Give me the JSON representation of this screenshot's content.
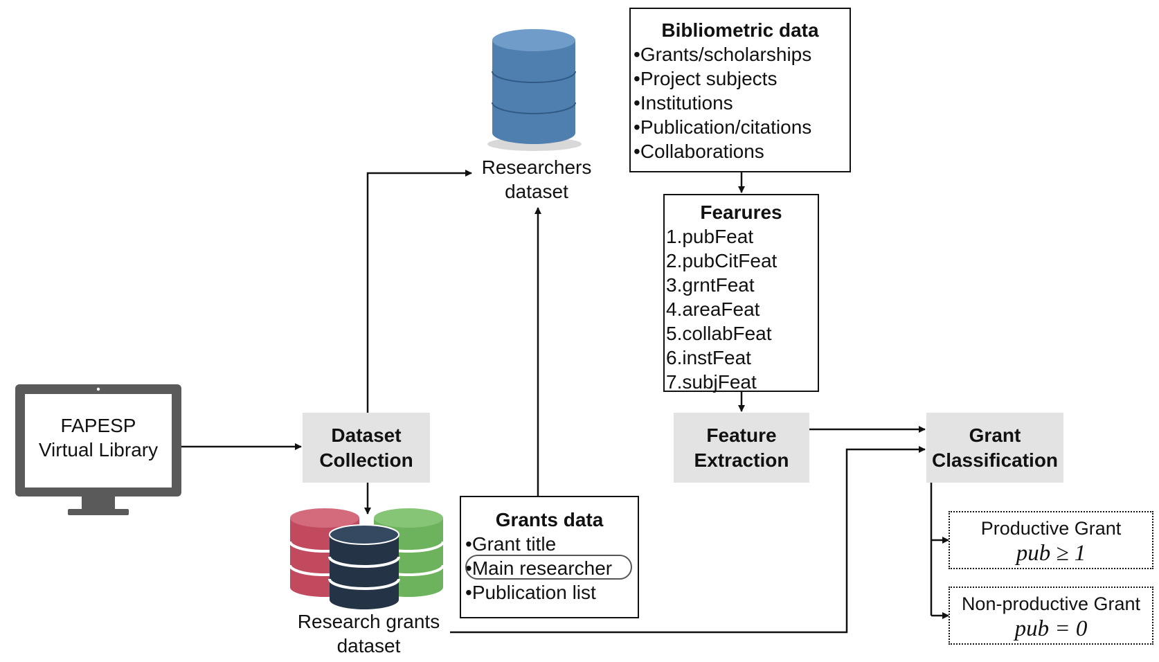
{
  "source": {
    "name_line1": "FAPESP",
    "name_line2": "Virtual Library",
    "icon": "monitor-icon"
  },
  "dataset_collection": {
    "line1": "Dataset",
    "line2": "Collection"
  },
  "researchers_dataset": {
    "line1": "Researchers",
    "line2": "dataset",
    "icon": "database-icon"
  },
  "research_grants_dataset": {
    "line1": "Research grants",
    "line2": "dataset",
    "icon": "multi-database-icon"
  },
  "grants_data": {
    "title": "Grants data",
    "items": [
      "Grant title",
      "Main researcher",
      "Publication list"
    ],
    "highlighted_item": "Main researcher"
  },
  "bibliometric_data": {
    "title": "Bibliometric data",
    "items": [
      "Grants/scholarships",
      "Project subjects",
      "Institutions",
      "Publication/citations",
      "Collaborations"
    ]
  },
  "features": {
    "title": "Fearures",
    "items": [
      "1.pubFeat",
      "2.pubCitFeat",
      "3.grntFeat",
      "4.areaFeat",
      "5.collabFeat",
      "6.instFeat",
      "7.subjFeat"
    ]
  },
  "feature_extraction": {
    "line1": "Feature",
    "line2": "Extraction"
  },
  "grant_classification": {
    "line1": "Grant",
    "line2": "Classification"
  },
  "outcomes": [
    {
      "name": "Productive Grant",
      "condition": "pub ≥ 1"
    },
    {
      "name": "Non-productive Grant",
      "condition": "pub = 0"
    }
  ],
  "colors": {
    "blue_db": "#4f7fae",
    "red_db": "#c24a5e",
    "navy_db": "#243446",
    "green_db": "#6db25c",
    "process_box": "#e3e3e3",
    "monitor": "#5a5a5a"
  }
}
